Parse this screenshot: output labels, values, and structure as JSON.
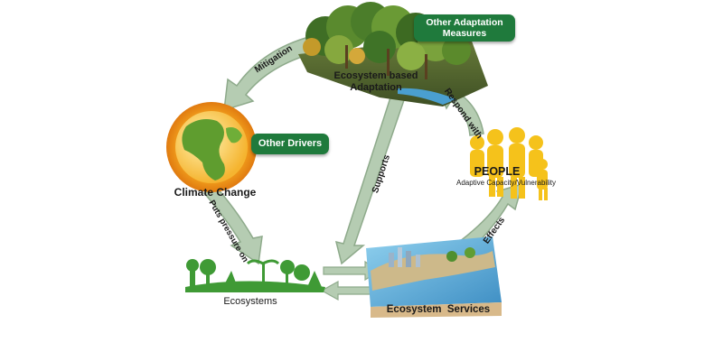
{
  "diagram": {
    "nodes": {
      "ecosystem_based_adaptation": "Ecosystem based Adaptation",
      "other_adaptation_measures": "Other Adaptation Measures",
      "climate_change": "Climate Change",
      "other_drivers": "Other Drivers",
      "people": "PEOPLE",
      "people_sub": "Adaptive Capacity/Vulnerability",
      "ecosystems": "Ecosystems",
      "ecosystem_services": "Ecosystem  Services"
    },
    "arrows": {
      "mitigation": "Mitigation",
      "respond_with": "Respond with",
      "supports": "Supports",
      "puts_pressure_on": "Puts pressure on",
      "effects": "Effects"
    }
  },
  "colors": {
    "arrow_fill": "#b5ccb2",
    "arrow_stroke": "#8eaa8b",
    "badge_green": "#1f7a3c",
    "globe_orange": "#f0a020",
    "people_yellow": "#f5c21b",
    "water_blue": "#5aa9d6"
  }
}
